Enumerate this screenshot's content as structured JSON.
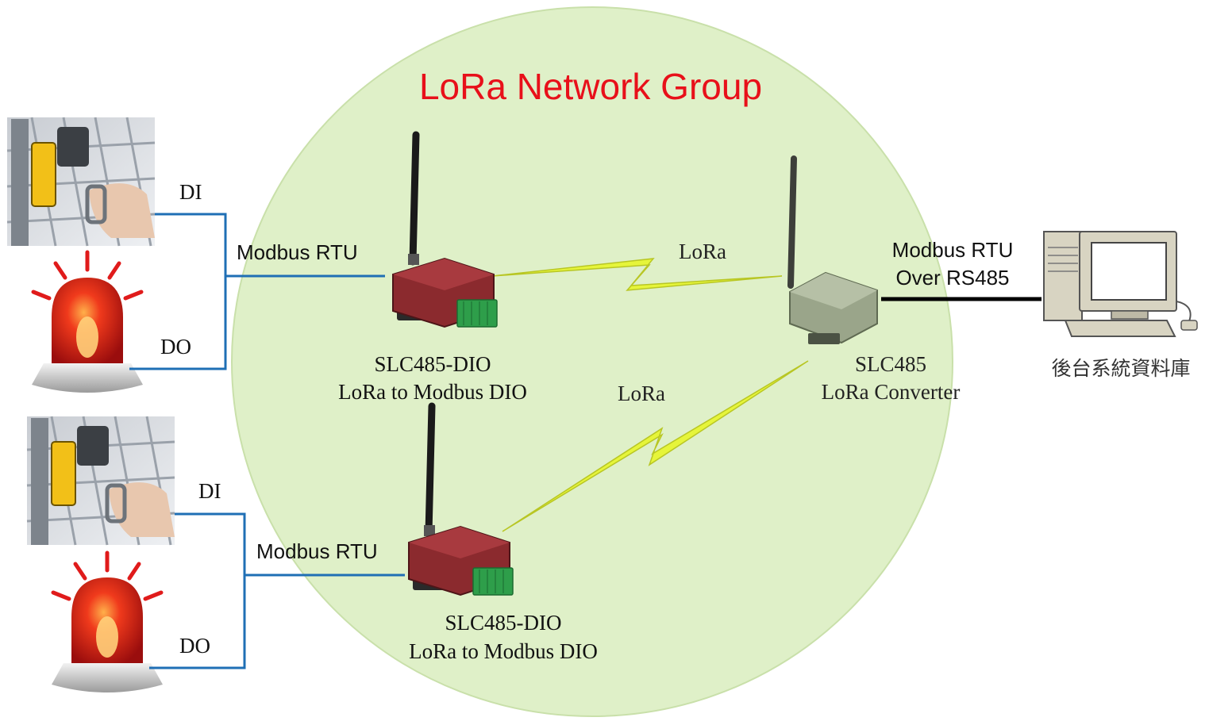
{
  "title": "LoRa Network Group",
  "colors": {
    "title": "#e8101a",
    "circle_fill": "#dff0c8",
    "circle_stroke": "#c9e0aa",
    "wire_blue": "#1f6fb5",
    "wire_black": "#000000",
    "lora_bolt": "#e6f53a",
    "device_red": "#8b2a2e",
    "terminal_green": "#2e9e4a"
  },
  "groups": [
    {
      "di_label": "DI",
      "do_label": "DO",
      "link_label": "Modbus RTU",
      "device_line1": "SLC485-DIO",
      "device_line2": "LoRa to Modbus DIO",
      "sensor_icon": "door-lock-switch-icon",
      "alarm_icon": "red-beacon-icon"
    },
    {
      "di_label": "DI",
      "do_label": "DO",
      "link_label": "Modbus RTU",
      "device_line1": "SLC485-DIO",
      "device_line2": "LoRa to Modbus DIO",
      "sensor_icon": "door-lock-switch-icon",
      "alarm_icon": "red-beacon-icon"
    }
  ],
  "lora_labels": [
    "LoRa",
    "LoRa"
  ],
  "converter": {
    "line1": "SLC485",
    "line2": "LoRa Converter",
    "icon": "lora-converter-icon"
  },
  "backend": {
    "link_line1": "Modbus RTU",
    "link_line2": "Over RS485",
    "label": "後台系統資料庫",
    "icon": "desktop-computer-icon"
  }
}
